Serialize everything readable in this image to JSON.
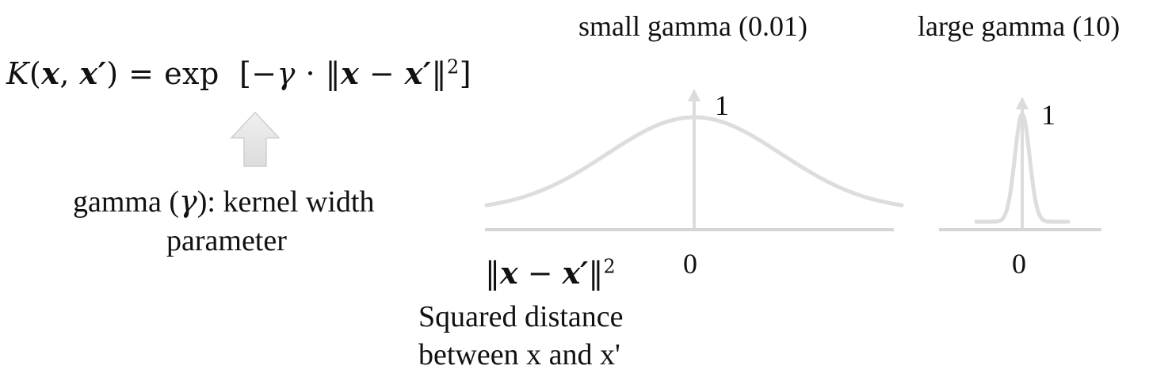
{
  "formula": {
    "lhs_name": "K",
    "x": "x",
    "x_prime": "x′",
    "exp": "exp",
    "gamma_symbol": "γ"
  },
  "gamma_label": {
    "prefix": "gamma (",
    "symbol": "γ",
    "suffix": "): kernel width",
    "line2": "parameter"
  },
  "panels": {
    "small": {
      "title": "small gamma (0.01)",
      "zero": "0",
      "one": "1",
      "gamma": 0.01
    },
    "large": {
      "title": "large gamma (10)",
      "zero": "0",
      "one": "1",
      "gamma": 10
    }
  },
  "distance": {
    "x": "x",
    "x_prime": "x′",
    "line1": "Squared distance",
    "line2": "between x and x'"
  },
  "colors": {
    "text": "#111111",
    "axis": "#d6d6d6",
    "curve": "#dddddd",
    "arrow_fill": "#e4e4e4",
    "arrow_edge": "#cfcfcf"
  }
}
